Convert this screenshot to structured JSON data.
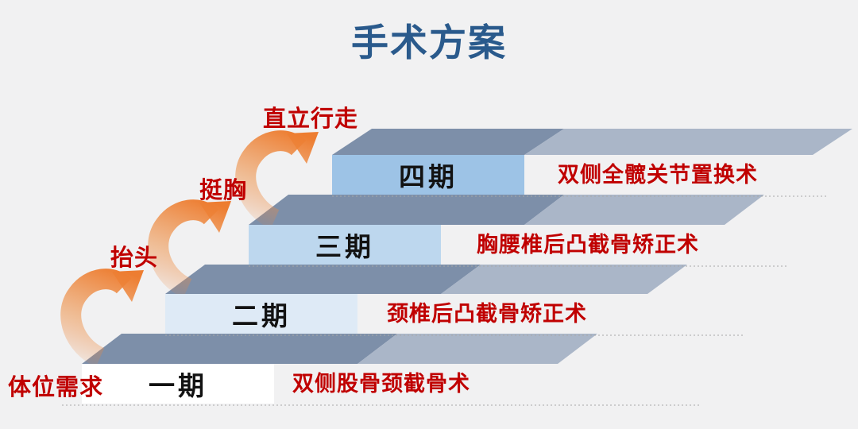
{
  "title": "手术方案",
  "legend": {
    "base_need_label": "体位需求"
  },
  "steps": [
    {
      "phase": "一期",
      "procedure": "双侧股骨颈截骨术"
    },
    {
      "phase": "二期",
      "procedure": "颈椎后凸截骨矫正术"
    },
    {
      "phase": "三期",
      "procedure": "胸腰椎后凸截骨矫正术"
    },
    {
      "phase": "四期",
      "procedure": "双侧全髋关节置换术"
    }
  ],
  "arrows": [
    {
      "label": "抬头"
    },
    {
      "label": "挺胸"
    },
    {
      "label": "直立行走"
    }
  ],
  "colors": {
    "background": "#F1F1F2",
    "title_text": "#2A5A8C",
    "procedure_text": "#C00000",
    "caption_text": "#C00000",
    "arrow_orange": "#ED7D31",
    "step_top_dark": "#7D8FA9",
    "step_top_light": "#AAB6C8",
    "box_fills": [
      "#FFFFFF",
      "#DEEAF6",
      "#BDD7EE",
      "#9DC3E6"
    ],
    "phase_text": "#121212"
  }
}
